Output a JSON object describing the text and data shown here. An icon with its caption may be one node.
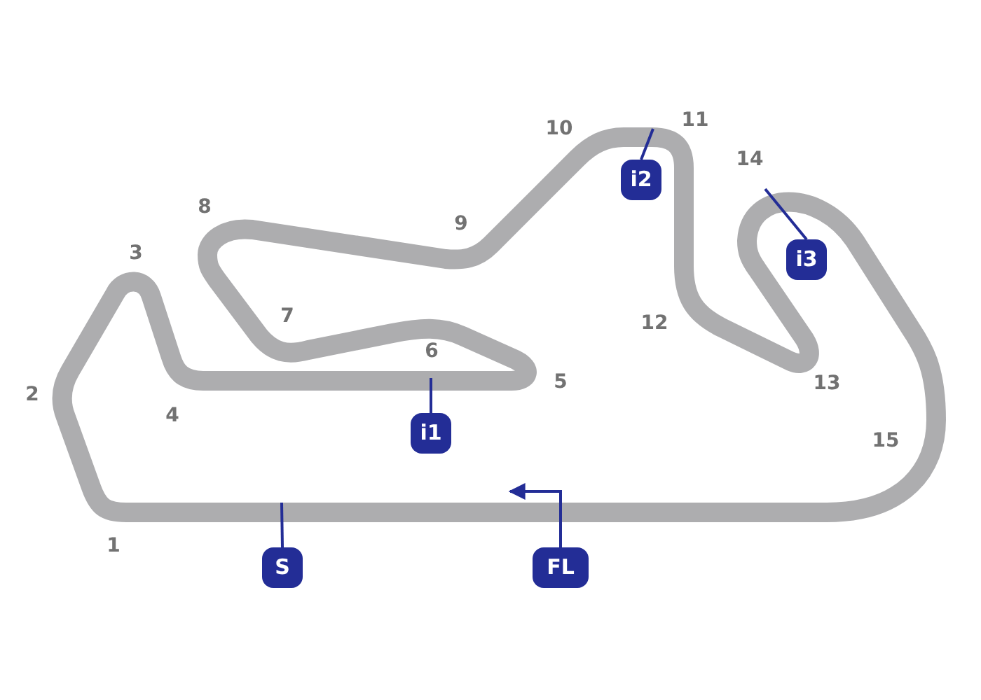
{
  "diagram": {
    "nodes": [
      {
        "text": [
          "i1"
        ]
      },
      {
        "text": [
          "i2"
        ]
      },
      {
        "text": [
          "i3"
        ]
      },
      {
        "text": [
          "S"
        ]
      },
      {
        "text": [
          "FL"
        ]
      }
    ],
    "edges": [
      {
        "from": 0,
        "to": null,
        "arrow": "none"
      },
      {
        "from": 1,
        "to": null,
        "arrow": "none"
      },
      {
        "from": 2,
        "to": null,
        "arrow": "none"
      },
      {
        "from": 3,
        "to": null,
        "arrow": "none"
      },
      {
        "from": 4,
        "to": null,
        "arrow": "to"
      }
    ],
    "labels": [
      "1",
      "2",
      "3",
      "4",
      "5",
      "6",
      "7",
      "8",
      "9",
      "10",
      "11",
      "12",
      "13",
      "14",
      "15"
    ]
  }
}
